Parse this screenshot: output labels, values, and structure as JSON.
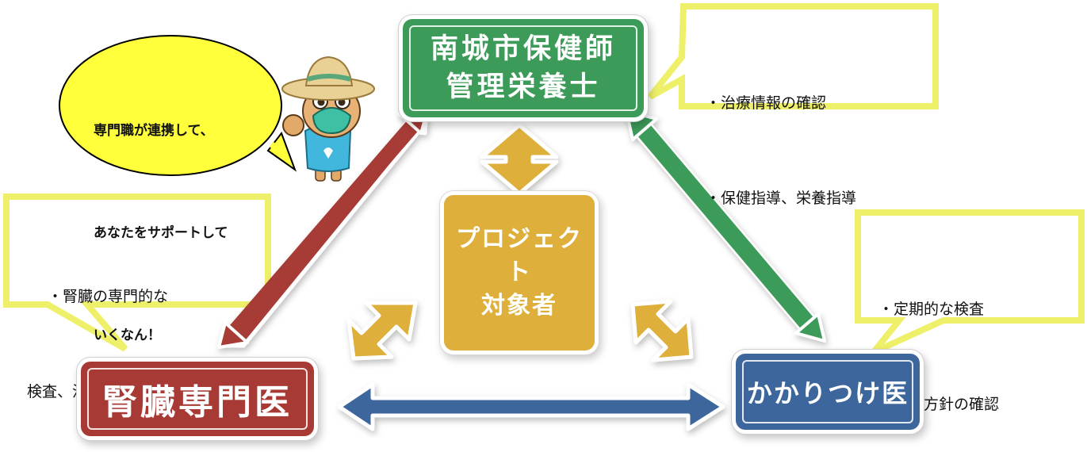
{
  "speech_bubble": {
    "lines": [
      "専門職が連携して、",
      "あなたをサポートして",
      "いくなん！"
    ]
  },
  "nodes": {
    "health": {
      "lines": [
        "南城市保健師",
        "管理栄養士"
      ],
      "color": "#3d9b5a"
    },
    "nephrology": {
      "label": "腎臓専門医",
      "color": "#a73a35"
    },
    "family_doctor": {
      "label": "かかりつけ医",
      "color": "#3c669c"
    },
    "target": {
      "lines": [
        "プロジェクト",
        "対象者"
      ],
      "color": "#deaf3b"
    }
  },
  "callouts": {
    "health": [
      "・治療情報の確認",
      "・保健指導、栄養指導"
    ],
    "nephrology": [
      "・腎臓の専門的な",
      "検査、治療、アドバイス"
    ],
    "family_doctor": [
      "・定期的な検査",
      "・治療方針の確認"
    ]
  },
  "colors": {
    "callout_border": "#eef06a",
    "speech_fill": "#ffff3c",
    "arrow_red": "#a73a35",
    "arrow_green": "#3d9b5a",
    "arrow_blue": "#3c669c",
    "arrow_gold": "#deaf3b"
  },
  "mascot": {
    "icon": "straw-hat-mascot-icon"
  }
}
